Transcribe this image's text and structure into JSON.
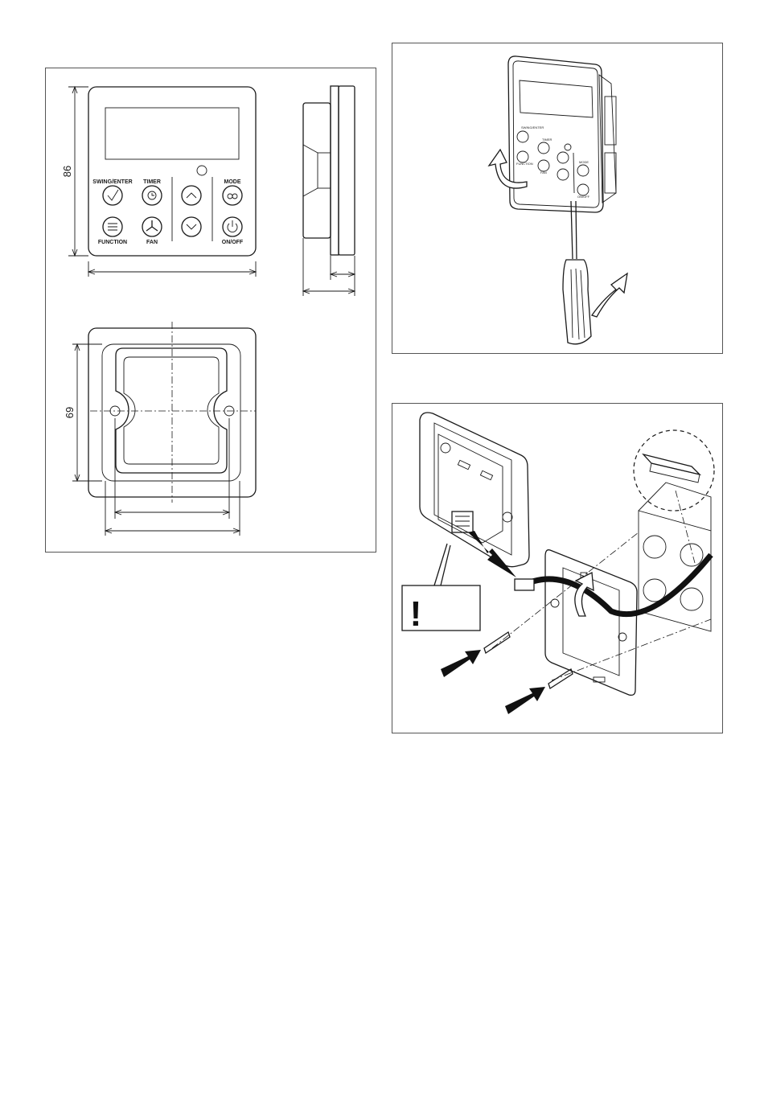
{
  "dimensions": {
    "height_front": "86",
    "height_back": "69"
  },
  "buttons": {
    "swing_enter": "SWING/ENTER",
    "timer": "TIMER",
    "mode": "MODE",
    "function": "FUNCTION",
    "fan": "FAN",
    "on_off": "ON/OFF"
  },
  "warning": {
    "symbol": "!"
  }
}
